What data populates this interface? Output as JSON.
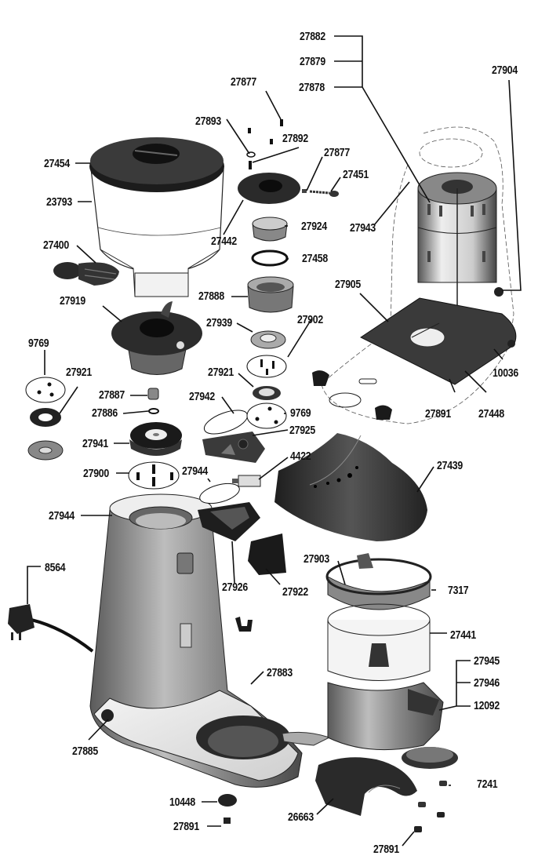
{
  "diagram": {
    "type": "exploded-parts-diagram",
    "subject": "coffee grinder",
    "colors": {
      "ink": "#111111",
      "dark_part": "#2a2a2a",
      "mid_part": "#6b6b6b",
      "light_part": "#d9d9d9",
      "background": "#ffffff"
    }
  },
  "labels": {
    "p27882": "27882",
    "p27879": "27879",
    "p27878": "27878",
    "p27904": "27904",
    "p27877a": "27877",
    "p27893": "27893",
    "p27892": "27892",
    "p27877b": "27877",
    "p27451": "27451",
    "p27454": "27454",
    "p23793": "23793",
    "p27442": "27442",
    "p27924": "27924",
    "p27943": "27943",
    "p27458": "27458",
    "p27400": "27400",
    "p27888": "27888",
    "p27905": "27905",
    "p27919": "27919",
    "p27939": "27939",
    "p27902": "27902",
    "p9769a": "9769",
    "p27921a": "27921",
    "p27921b": "27921",
    "p10036": "10036",
    "p27887": "27887",
    "p27942": "27942",
    "p9769b": "9769",
    "p27886": "27886",
    "p27891a": "27891",
    "p27448": "27448",
    "p27925": "27925",
    "p27941": "27941",
    "p4422": "4422",
    "p27439": "27439",
    "p27900": "27900",
    "p27944a": "27944",
    "p27944b": "27944",
    "p8564": "8564",
    "p27903": "27903",
    "p7317": "7317",
    "p27926": "27926",
    "p27922": "27922",
    "p27441": "27441",
    "p27945": "27945",
    "p27946": "27946",
    "p12092": "12092",
    "p27883": "27883",
    "p27885": "27885",
    "p7241": "7241",
    "p10448": "10448",
    "p26663": "26663",
    "p27891b": "27891",
    "p27891c": "27891"
  }
}
